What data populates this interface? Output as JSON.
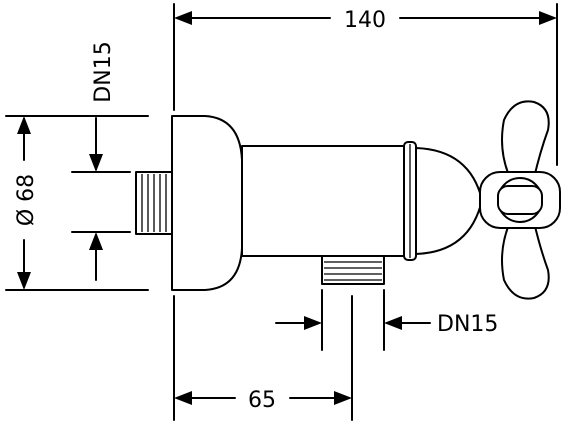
{
  "dimensions": {
    "overall_length": "140",
    "diameter": "Ø 68",
    "inlet_thread": "DN15",
    "outlet_thread": "DN15",
    "outlet_offset": "65"
  }
}
